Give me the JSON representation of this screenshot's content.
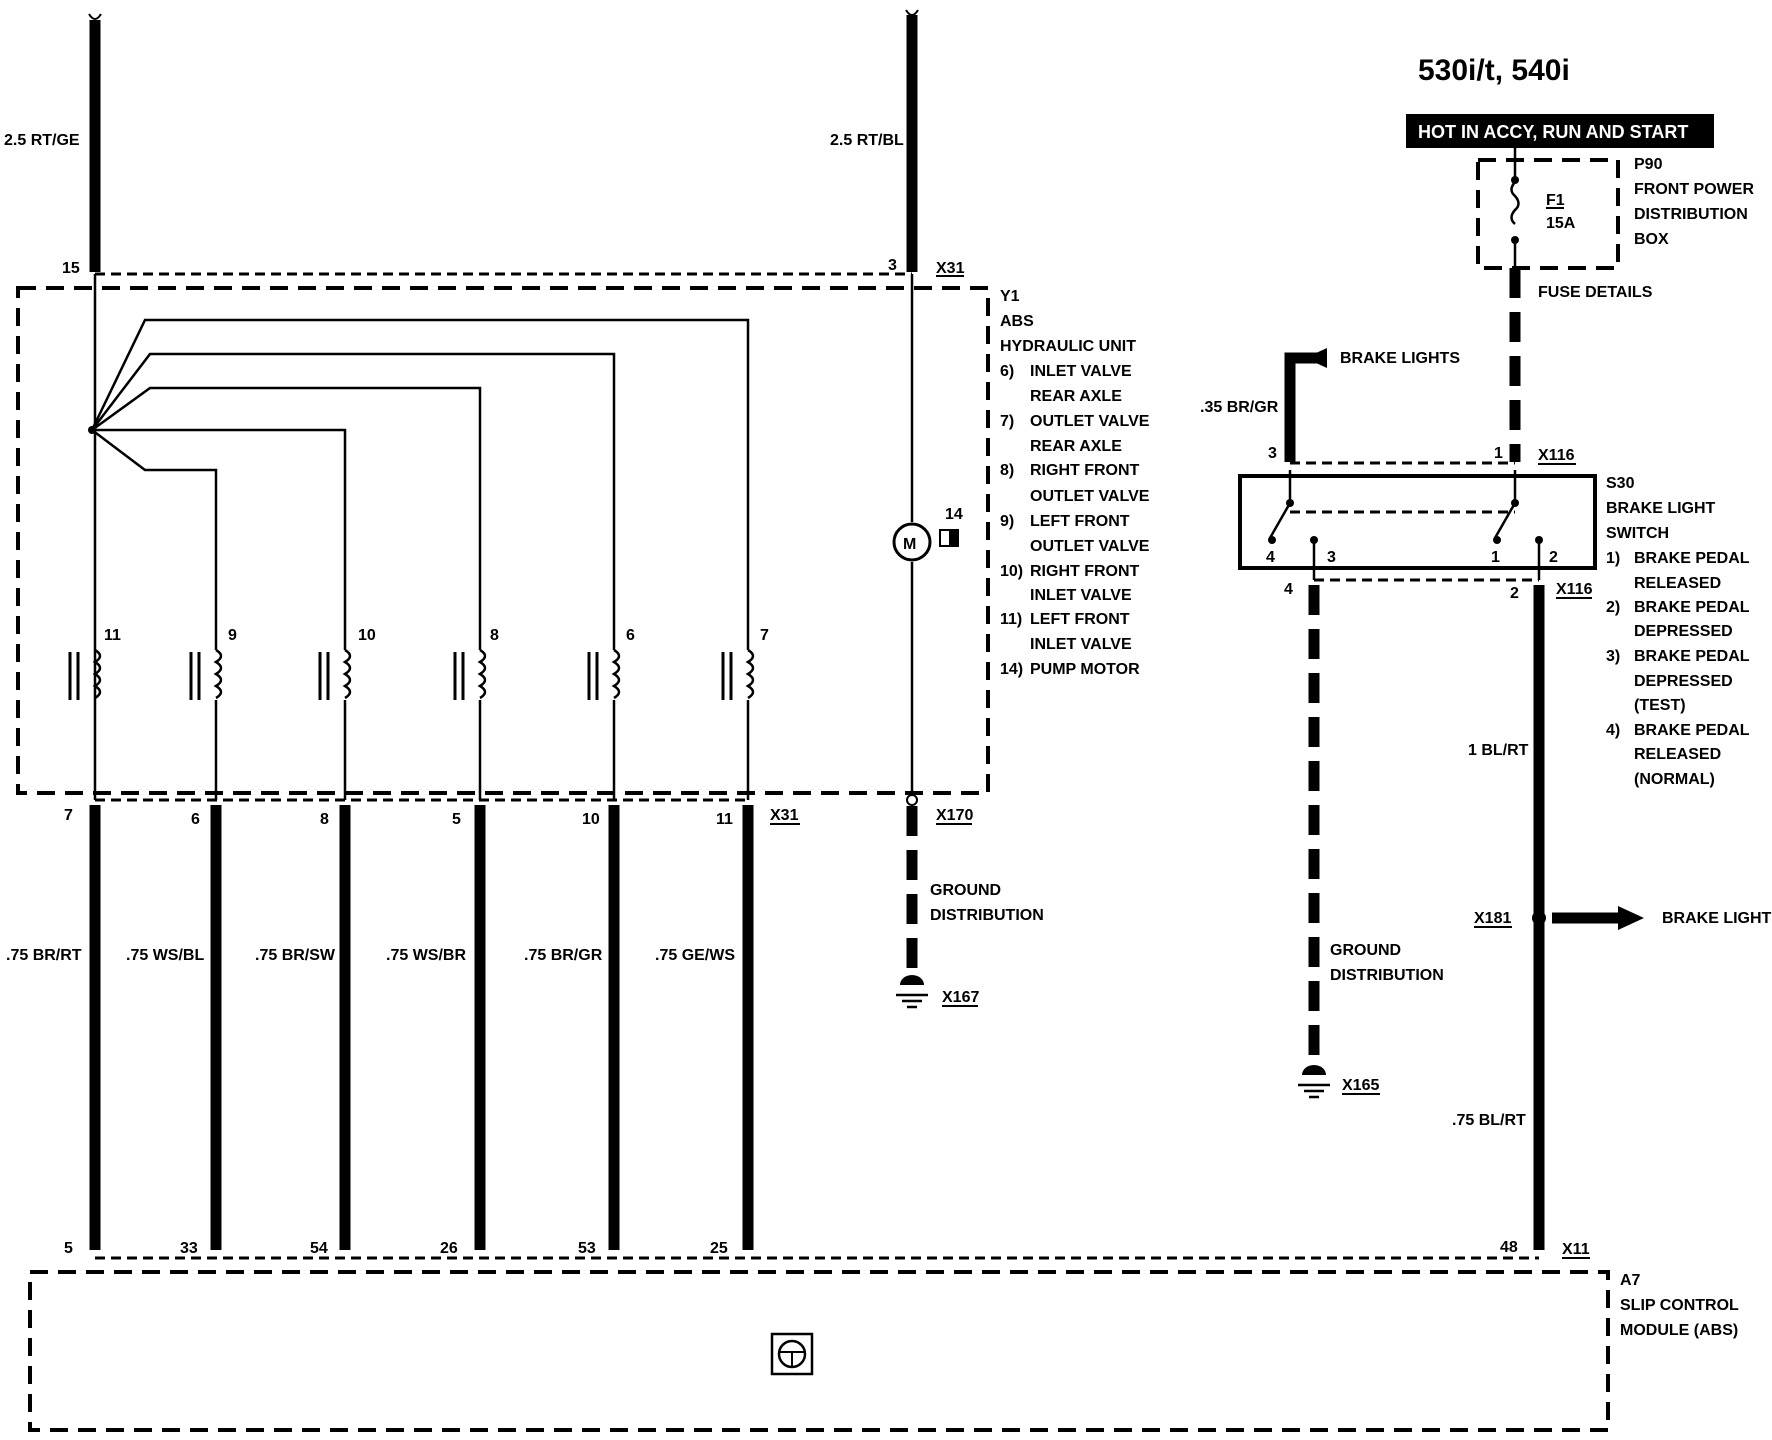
{
  "title": "530i/t, 540i",
  "banner": "HOT IN ACCY, RUN AND START",
  "fuse_box": {
    "id": "P90",
    "name_lines": [
      "FRONT POWER",
      "DISTRIBUTION",
      "BOX"
    ],
    "fuse_id": "F1",
    "fuse_rating": "15A",
    "details": "FUSE DETAILS"
  },
  "top_wires": [
    {
      "label": "2.5 RT/GE",
      "pin": "15"
    },
    {
      "label": "2.5 RT/BL",
      "pin": "3",
      "connector": "X31"
    }
  ],
  "y1": {
    "id": "Y1",
    "name_lines": [
      "ABS",
      "HYDRAULIC UNIT"
    ],
    "legend": [
      {
        "num": "6)",
        "lines": [
          "INLET VALVE",
          "REAR AXLE"
        ]
      },
      {
        "num": "7)",
        "lines": [
          "OUTLET VALVE",
          "REAR AXLE"
        ]
      },
      {
        "num": "8)",
        "lines": [
          "RIGHT FRONT",
          "OUTLET VALVE"
        ]
      },
      {
        "num": "9)",
        "lines": [
          "LEFT FRONT",
          "OUTLET VALVE"
        ]
      },
      {
        "num": "10)",
        "lines": [
          "RIGHT FRONT",
          "INLET VALVE"
        ]
      },
      {
        "num": "11)",
        "lines": [
          "LEFT FRONT",
          "INLET VALVE"
        ]
      },
      {
        "num": "14)",
        "lines": [
          "PUMP MOTOR"
        ]
      }
    ],
    "coils": [
      "11",
      "9",
      "10",
      "8",
      "6",
      "7"
    ],
    "motor_label": "M",
    "motor_num": "14"
  },
  "valve_wires": [
    {
      "pin_top": "7",
      "label": ".75 BR/RT",
      "pin_bottom": "5"
    },
    {
      "pin_top": "6",
      "label": ".75 WS/BL",
      "pin_bottom": "33"
    },
    {
      "pin_top": "8",
      "label": ".75 BR/SW",
      "pin_bottom": "54"
    },
    {
      "pin_top": "5",
      "label": ".75 WS/BR",
      "pin_bottom": "26"
    },
    {
      "pin_top": "10",
      "label": ".75 BR/GR",
      "pin_bottom": "53"
    },
    {
      "pin_top": "11",
      "label": ".75 GE/WS",
      "pin_bottom": "25"
    }
  ],
  "valve_connector": "X31",
  "motor_ground": {
    "splice": "X170",
    "label_lines": [
      "GROUND",
      "DISTRIBUTION"
    ],
    "ground": "X167"
  },
  "brake_switch": {
    "id": "S30",
    "name_lines": [
      "BRAKE LIGHT",
      "SWITCH"
    ],
    "legend": [
      {
        "num": "1)",
        "lines": [
          "BRAKE PEDAL",
          "RELEASED"
        ]
      },
      {
        "num": "2)",
        "lines": [
          "BRAKE PEDAL",
          "DEPRESSED"
        ]
      },
      {
        "num": "3)",
        "lines": [
          "BRAKE PEDAL",
          "DEPRESSED",
          "(TEST)"
        ]
      },
      {
        "num": "4)",
        "lines": [
          "BRAKE PEDAL",
          "RELEASED",
          "(NORMAL)"
        ]
      }
    ],
    "top_connector": "X116",
    "bottom_connector": "X116",
    "pins_top": [
      "3",
      "1"
    ],
    "inner_pins": [
      "4",
      "3",
      "1",
      "2"
    ],
    "pins_bottom": [
      "4",
      "2"
    ]
  },
  "brake_lights_top": {
    "label": "BRAKE LIGHTS",
    "wire": ".35 BR/GR"
  },
  "switch_ground": {
    "label_lines": [
      "GROUND",
      "DISTRIBUTION"
    ],
    "ground": "X165"
  },
  "switch_output": {
    "wire1": "1 BL/RT",
    "splice": "X181",
    "brake_lights": "BRAKE LIGHTS",
    "wire2": ".75 BL/RT",
    "pin": "48",
    "connector": "X11"
  },
  "a7": {
    "id": "A7",
    "name_lines": [
      "SLIP CONTROL",
      "MODULE (ABS)"
    ]
  }
}
